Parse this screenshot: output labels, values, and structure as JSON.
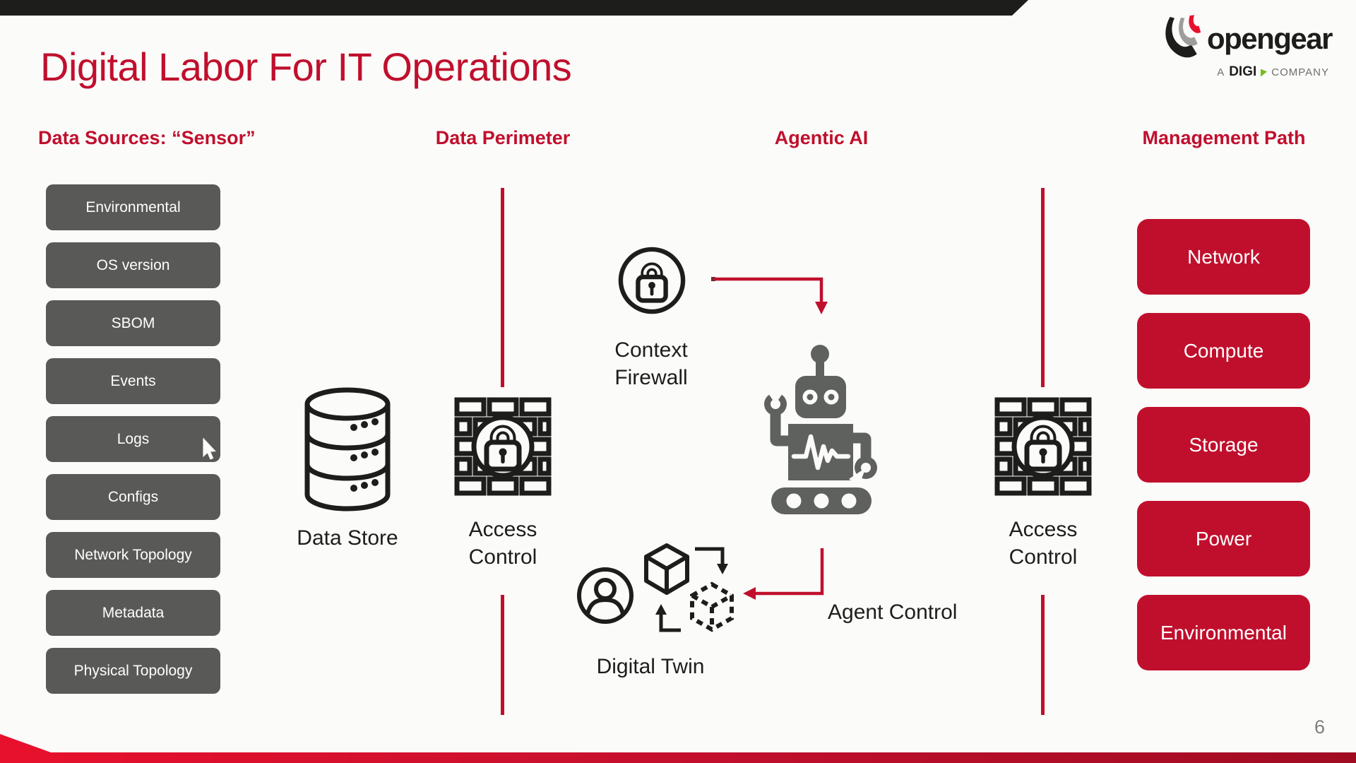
{
  "slide": {
    "title": "Digital Labor For IT Operations",
    "page_number": "6"
  },
  "logo": {
    "brand": "opengear",
    "tagline_a": "A",
    "tagline_digi": "DIGI",
    "tagline_company": "COMPANY"
  },
  "sensors": {
    "header": "Data Sources: “Sensor”",
    "items": [
      "Environmental",
      "OS version",
      "SBOM",
      "Events",
      "Logs",
      "Configs",
      "Network Topology",
      "Metadata",
      "Physical Topology"
    ]
  },
  "perimeter": {
    "header": "Data Perimeter",
    "data_store_label": "Data Store",
    "access_control_line1": "Access",
    "access_control_line2": "Control"
  },
  "agentic": {
    "header": "Agentic AI",
    "context_firewall_line1": "Context",
    "context_firewall_line2": "Firewall",
    "digital_twin_label": "Digital Twin",
    "agent_control_label": "Agent Control"
  },
  "management": {
    "header": "Management Path",
    "access_control_line1": "Access",
    "access_control_line2": "Control",
    "items": [
      "Network",
      "Compute",
      "Storage",
      "Power",
      "Environmental"
    ]
  },
  "colors": {
    "accent": "#C00F2D",
    "button_gray": "#595957",
    "robot_gray": "#5F615E",
    "ink": "#1D1D1B",
    "background": "#FBFBF9",
    "logo_green": "#76BC21",
    "logo_red": "#E8112D",
    "logo_gray": "#9D9D9C",
    "bar_red_bright": "#E8112D",
    "bar_red_dark": "#A00C22",
    "page_gray": "#7E7E7D"
  }
}
